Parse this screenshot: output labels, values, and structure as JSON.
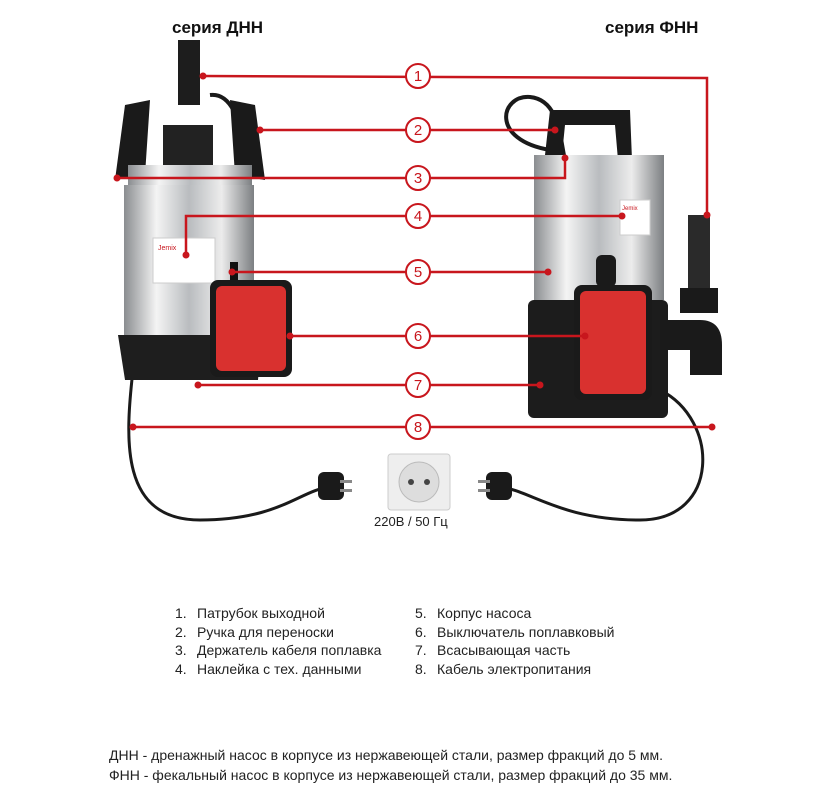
{
  "series_left": "серия ДНН",
  "series_right": "серия ФНН",
  "callouts": [
    "1",
    "2",
    "3",
    "4",
    "5",
    "6",
    "7",
    "8"
  ],
  "pump_label": "Jemix",
  "voltage": "220В / 50 Гц",
  "legend_left": [
    {
      "n": "1.",
      "text": "Патрубок выходной"
    },
    {
      "n": "2.",
      "text": "Ручка для переноски"
    },
    {
      "n": "3.",
      "text": "Держатель кабеля поплавка"
    },
    {
      "n": "4.",
      "text": "Наклейка с тех. данными"
    }
  ],
  "legend_right": [
    {
      "n": "5.",
      "text": "Корпус насоса"
    },
    {
      "n": "6.",
      "text": "Выключатель поплавковый"
    },
    {
      "n": "7.",
      "text": "Всасывающая часть"
    },
    {
      "n": "8.",
      "text": "Кабель электропитания"
    }
  ],
  "notes": [
    "ДНН - дренажный насос в корпусе из нержавеющей стали, размер фракций до 5 мм.",
    "ФНН - фекальный насос в корпусе из нержавеющей стали, размер фракций до 35 мм."
  ],
  "colors": {
    "accent": "#c8161d",
    "float": "#d9312f",
    "black": "#1a1a1a"
  }
}
